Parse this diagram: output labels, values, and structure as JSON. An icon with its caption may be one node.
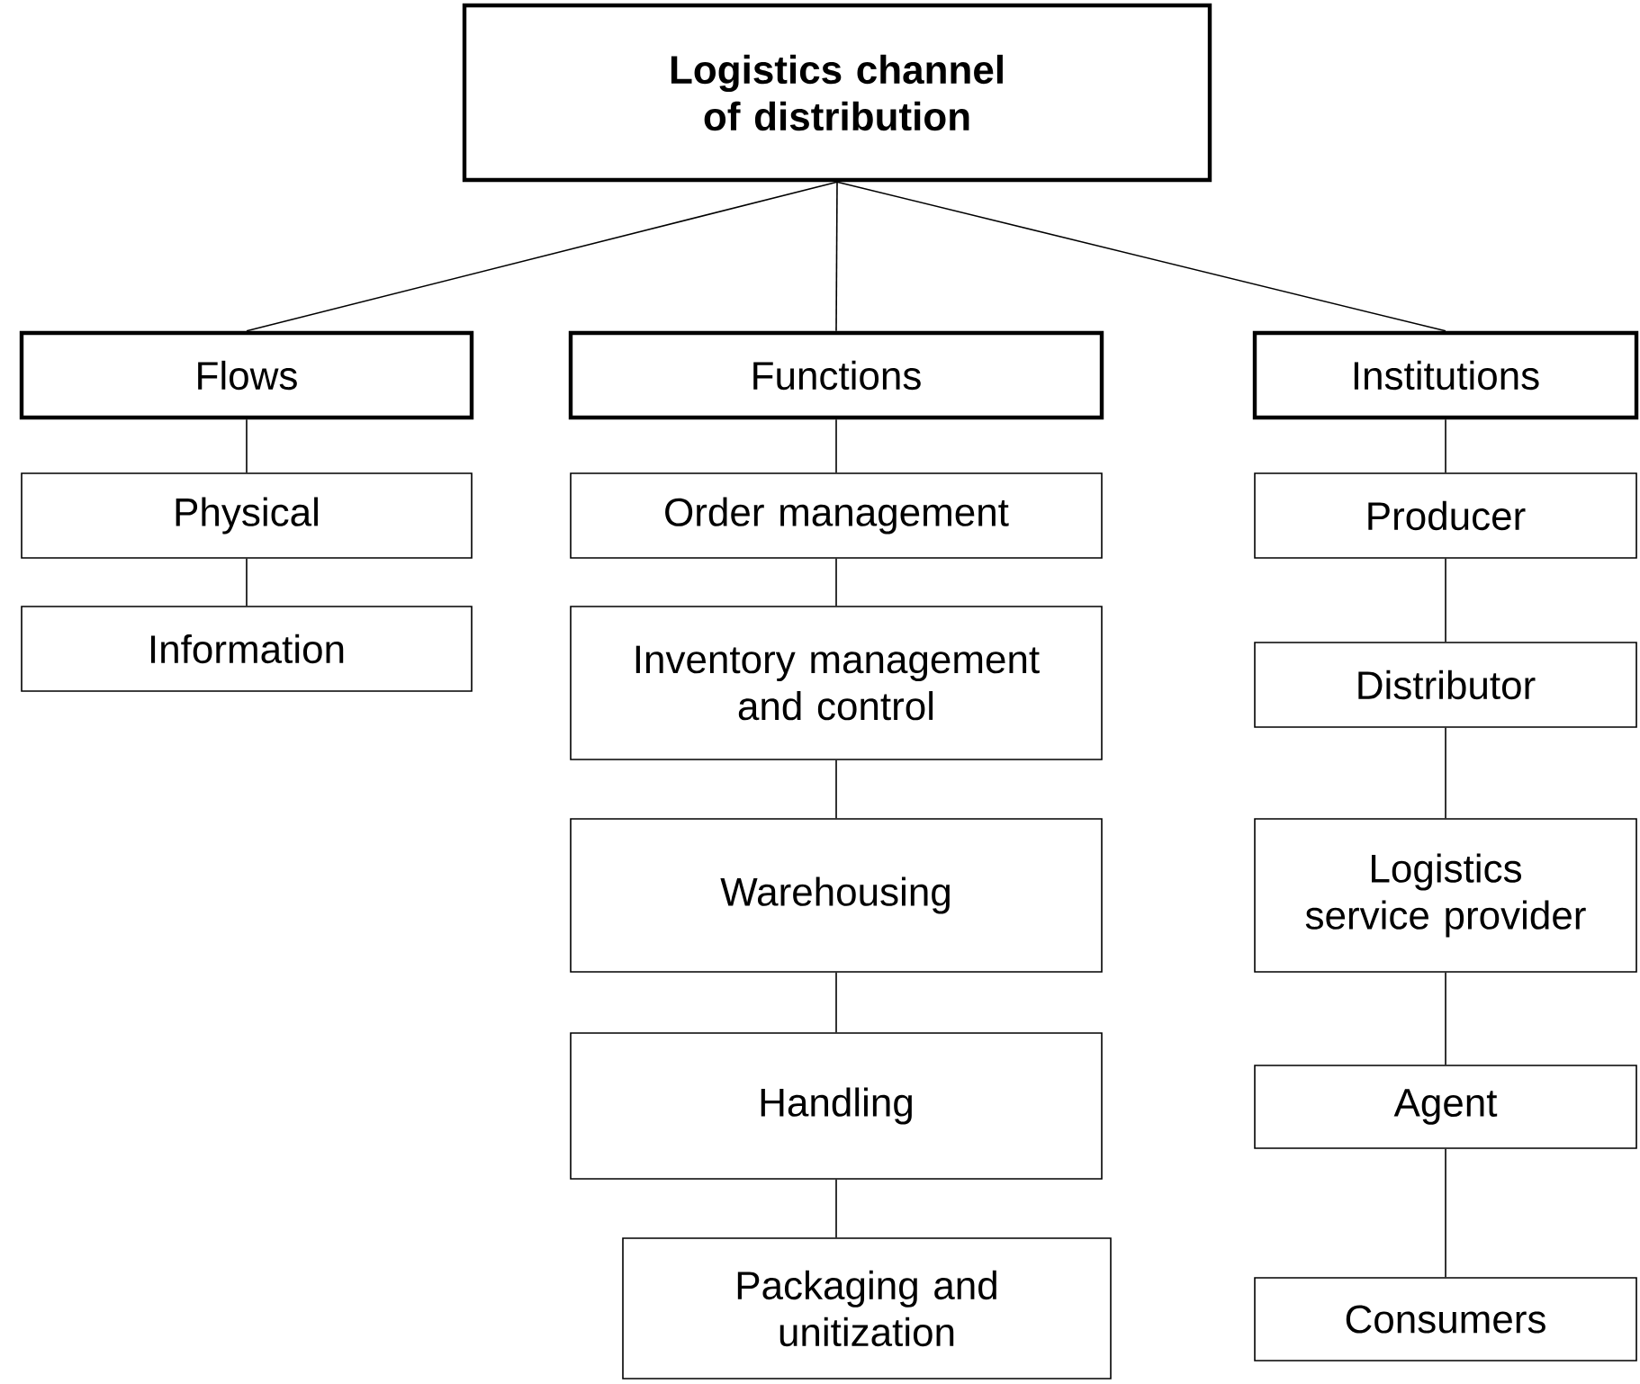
{
  "diagram": {
    "nodes": [
      {
        "text": [
          "Logistics channel of distribution"
        ]
      },
      {
        "text": [
          "Flows"
        ]
      },
      {
        "text": [
          "Functions"
        ]
      },
      {
        "text": [
          "Institutions"
        ]
      },
      {
        "text": [
          "Physical"
        ]
      },
      {
        "text": [
          "Information"
        ]
      },
      {
        "text": [
          "Order management"
        ]
      },
      {
        "text": [
          "Inventory management and control"
        ]
      },
      {
        "text": [
          "Warehousing"
        ]
      },
      {
        "text": [
          "Handling"
        ]
      },
      {
        "text": [
          "Packaging and unitization"
        ]
      },
      {
        "text": [
          "Producer"
        ]
      },
      {
        "text": [
          "Distributor"
        ]
      },
      {
        "text": [
          "Logistics service provider"
        ]
      },
      {
        "text": [
          "Agent"
        ]
      },
      {
        "text": [
          "Consumers"
        ]
      }
    ],
    "edges": [
      {
        "from": 0,
        "to": 1,
        "arrow": "none"
      },
      {
        "from": 0,
        "to": 2,
        "arrow": "none"
      },
      {
        "from": 0,
        "to": 3,
        "arrow": "none"
      },
      {
        "from": 1,
        "to": 4,
        "arrow": "none"
      },
      {
        "from": 4,
        "to": 5,
        "arrow": "none"
      },
      {
        "from": 2,
        "to": 6,
        "arrow": "none"
      },
      {
        "from": 6,
        "to": 7,
        "arrow": "none"
      },
      {
        "from": 7,
        "to": 8,
        "arrow": "none"
      },
      {
        "from": 8,
        "to": 9,
        "arrow": "none"
      },
      {
        "from": 9,
        "to": 10,
        "arrow": "none"
      },
      {
        "from": 3,
        "to": 11,
        "arrow": "none"
      },
      {
        "from": 11,
        "to": 12,
        "arrow": "none"
      },
      {
        "from": 12,
        "to": 13,
        "arrow": "none"
      },
      {
        "from": 13,
        "to": 14,
        "arrow": "none"
      },
      {
        "from": 14,
        "to": 15,
        "arrow": "none"
      }
    ]
  }
}
